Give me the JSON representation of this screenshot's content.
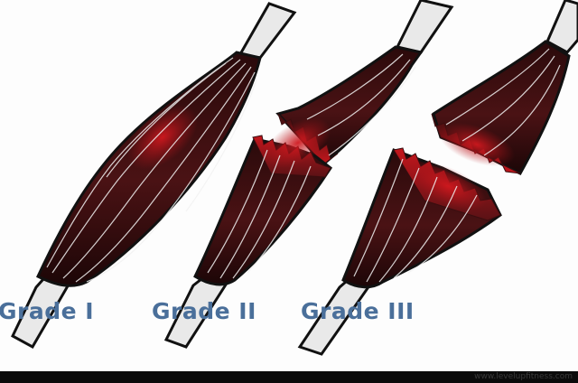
{
  "figure": {
    "grades": [
      {
        "label": "Grade I",
        "condition": "strain"
      },
      {
        "label": "Grade II",
        "condition": "partial tear"
      },
      {
        "label": "Grade III",
        "condition": "complete rupture"
      }
    ],
    "watermark": "www.levelupfitness.com"
  },
  "colors": {
    "label_text": "#4a6f9a",
    "muscle_dark": "#3b0d0f",
    "muscle_mid": "#6e1a1d",
    "injury_red": "#c4161c",
    "fiber_line": "#f2f2f2",
    "tendon": "#e9e9e9",
    "outline": "#111111",
    "bottom_bar": "#0b0b0b"
  }
}
